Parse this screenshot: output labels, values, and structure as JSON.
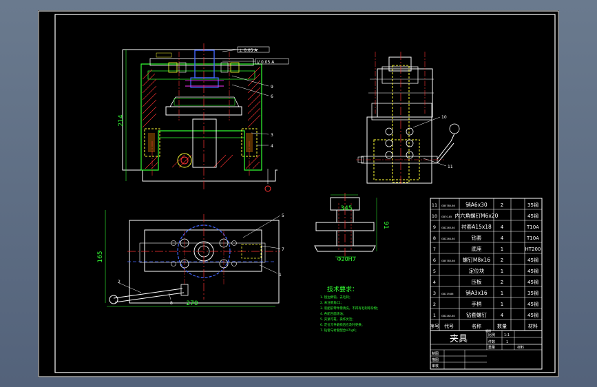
{
  "dimensions": {
    "top_height": "214",
    "plan_height": "165",
    "plan_width": "270",
    "detail_top": "345",
    "detail_height": "91",
    "detail_dia": "Φ20H7"
  },
  "balloons": {
    "front": [
      "9",
      "6",
      "3",
      "4"
    ],
    "side": [
      "10",
      "11"
    ],
    "plan": [
      "5",
      "7",
      "1",
      "2",
      "8"
    ]
  },
  "tolerance_frames": {
    "f1": "⊥ 0.05 A",
    "f2": "// 0.05 A"
  },
  "datum": "A",
  "tech_requirements": {
    "title": "技术要求：",
    "lines": [
      "1. 锐边倒钝，去毛刺；",
      "2. 未注倒角C1；",
      "3. 装配前零件需清洗，不得有毛刺等杂物；",
      "4. 各配合面涂油；",
      "5. 夹紧可靠，操作灵活；",
      "6. 定位元件磨损后应及时更换；",
      "7. 钻套与衬套配合H7/g6；"
    ]
  },
  "bom": {
    "rows": [
      {
        "no": "11",
        "code": "GB5780-86",
        "name": "销A6x30",
        "qty": "2",
        "material": "35钢"
      },
      {
        "no": "10",
        "code": "GB70-85",
        "name": "内六角螺钉M6x20",
        "qty": "",
        "material": "45钢"
      },
      {
        "no": "9",
        "code": "GB2263-80",
        "name": "衬套A15x18",
        "qty": "4",
        "material": "T10A"
      },
      {
        "no": "8",
        "code": "GB2264-80",
        "name": "钻套",
        "qty": "4",
        "material": "T10A"
      },
      {
        "no": "7",
        "code": "",
        "name": "底座",
        "qty": "1",
        "material": "HT200"
      },
      {
        "no": "6",
        "code": "GB5783-86",
        "name": "螺钉M8x16",
        "qty": "2",
        "material": "45钢"
      },
      {
        "no": "5",
        "code": "",
        "name": "定位块",
        "qty": "1",
        "material": "45钢"
      },
      {
        "no": "4",
        "code": "",
        "name": "压板",
        "qty": "2",
        "material": "45钢"
      },
      {
        "no": "3",
        "code": "GB119-86",
        "name": "销A3x16",
        "qty": "1",
        "material": "35钢"
      },
      {
        "no": "2",
        "code": "",
        "name": "手柄",
        "qty": "1",
        "material": "45钢"
      },
      {
        "no": "1",
        "code": "GB2262-80",
        "name": "钻套螺钉",
        "qty": "4",
        "material": "45钢"
      }
    ],
    "header": [
      "序号",
      "代号",
      "名称",
      "数量",
      "材料"
    ],
    "note": "规格"
  },
  "title_block": {
    "name": "夹具",
    "scale_label": "比例",
    "scale": "1:1",
    "pieces_label": "件数",
    "pieces": "1",
    "weight_label": "重量",
    "material_label": "材料",
    "rows": [
      "制图",
      "描图",
      "审核"
    ]
  }
}
